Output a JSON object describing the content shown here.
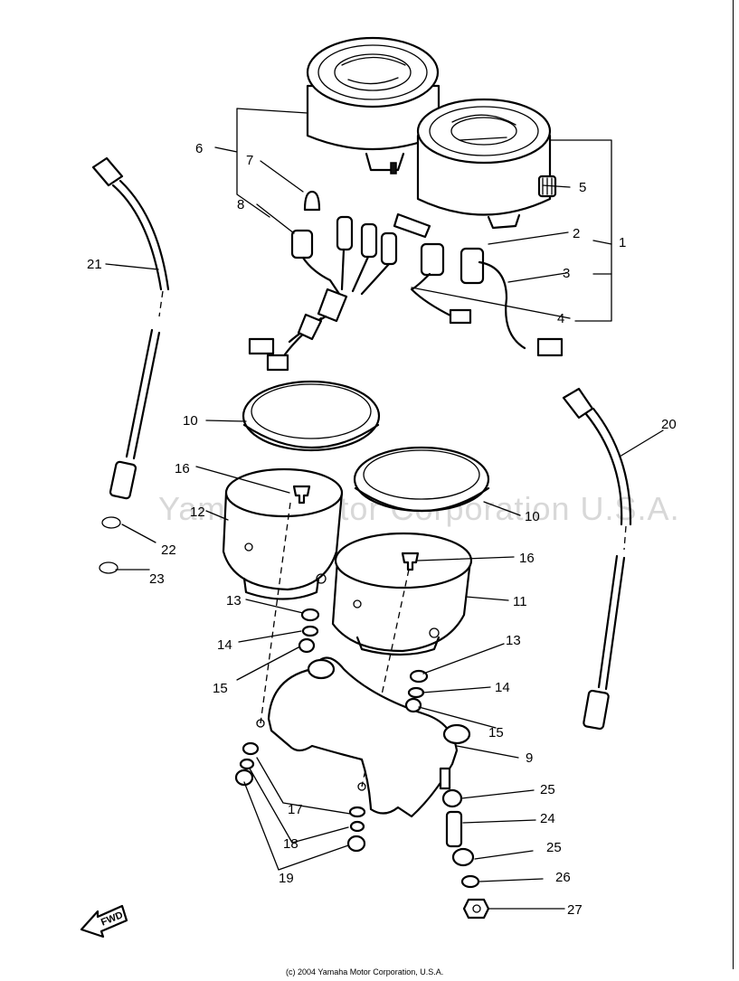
{
  "watermark": "Yamaha Motor Corporation U.S.A.",
  "copyright": "(c) 2004 Yamaha Motor Corporation, U.S.A.",
  "direction_label": "FWD",
  "callouts": [
    "1",
    "2",
    "3",
    "4",
    "5",
    "6",
    "7",
    "8",
    "9",
    "10",
    "10",
    "11",
    "12",
    "13",
    "13",
    "14",
    "14",
    "15",
    "15",
    "16",
    "16",
    "17",
    "18",
    "19",
    "20",
    "21",
    "22",
    "23",
    "24",
    "25",
    "25",
    "26",
    "27"
  ]
}
